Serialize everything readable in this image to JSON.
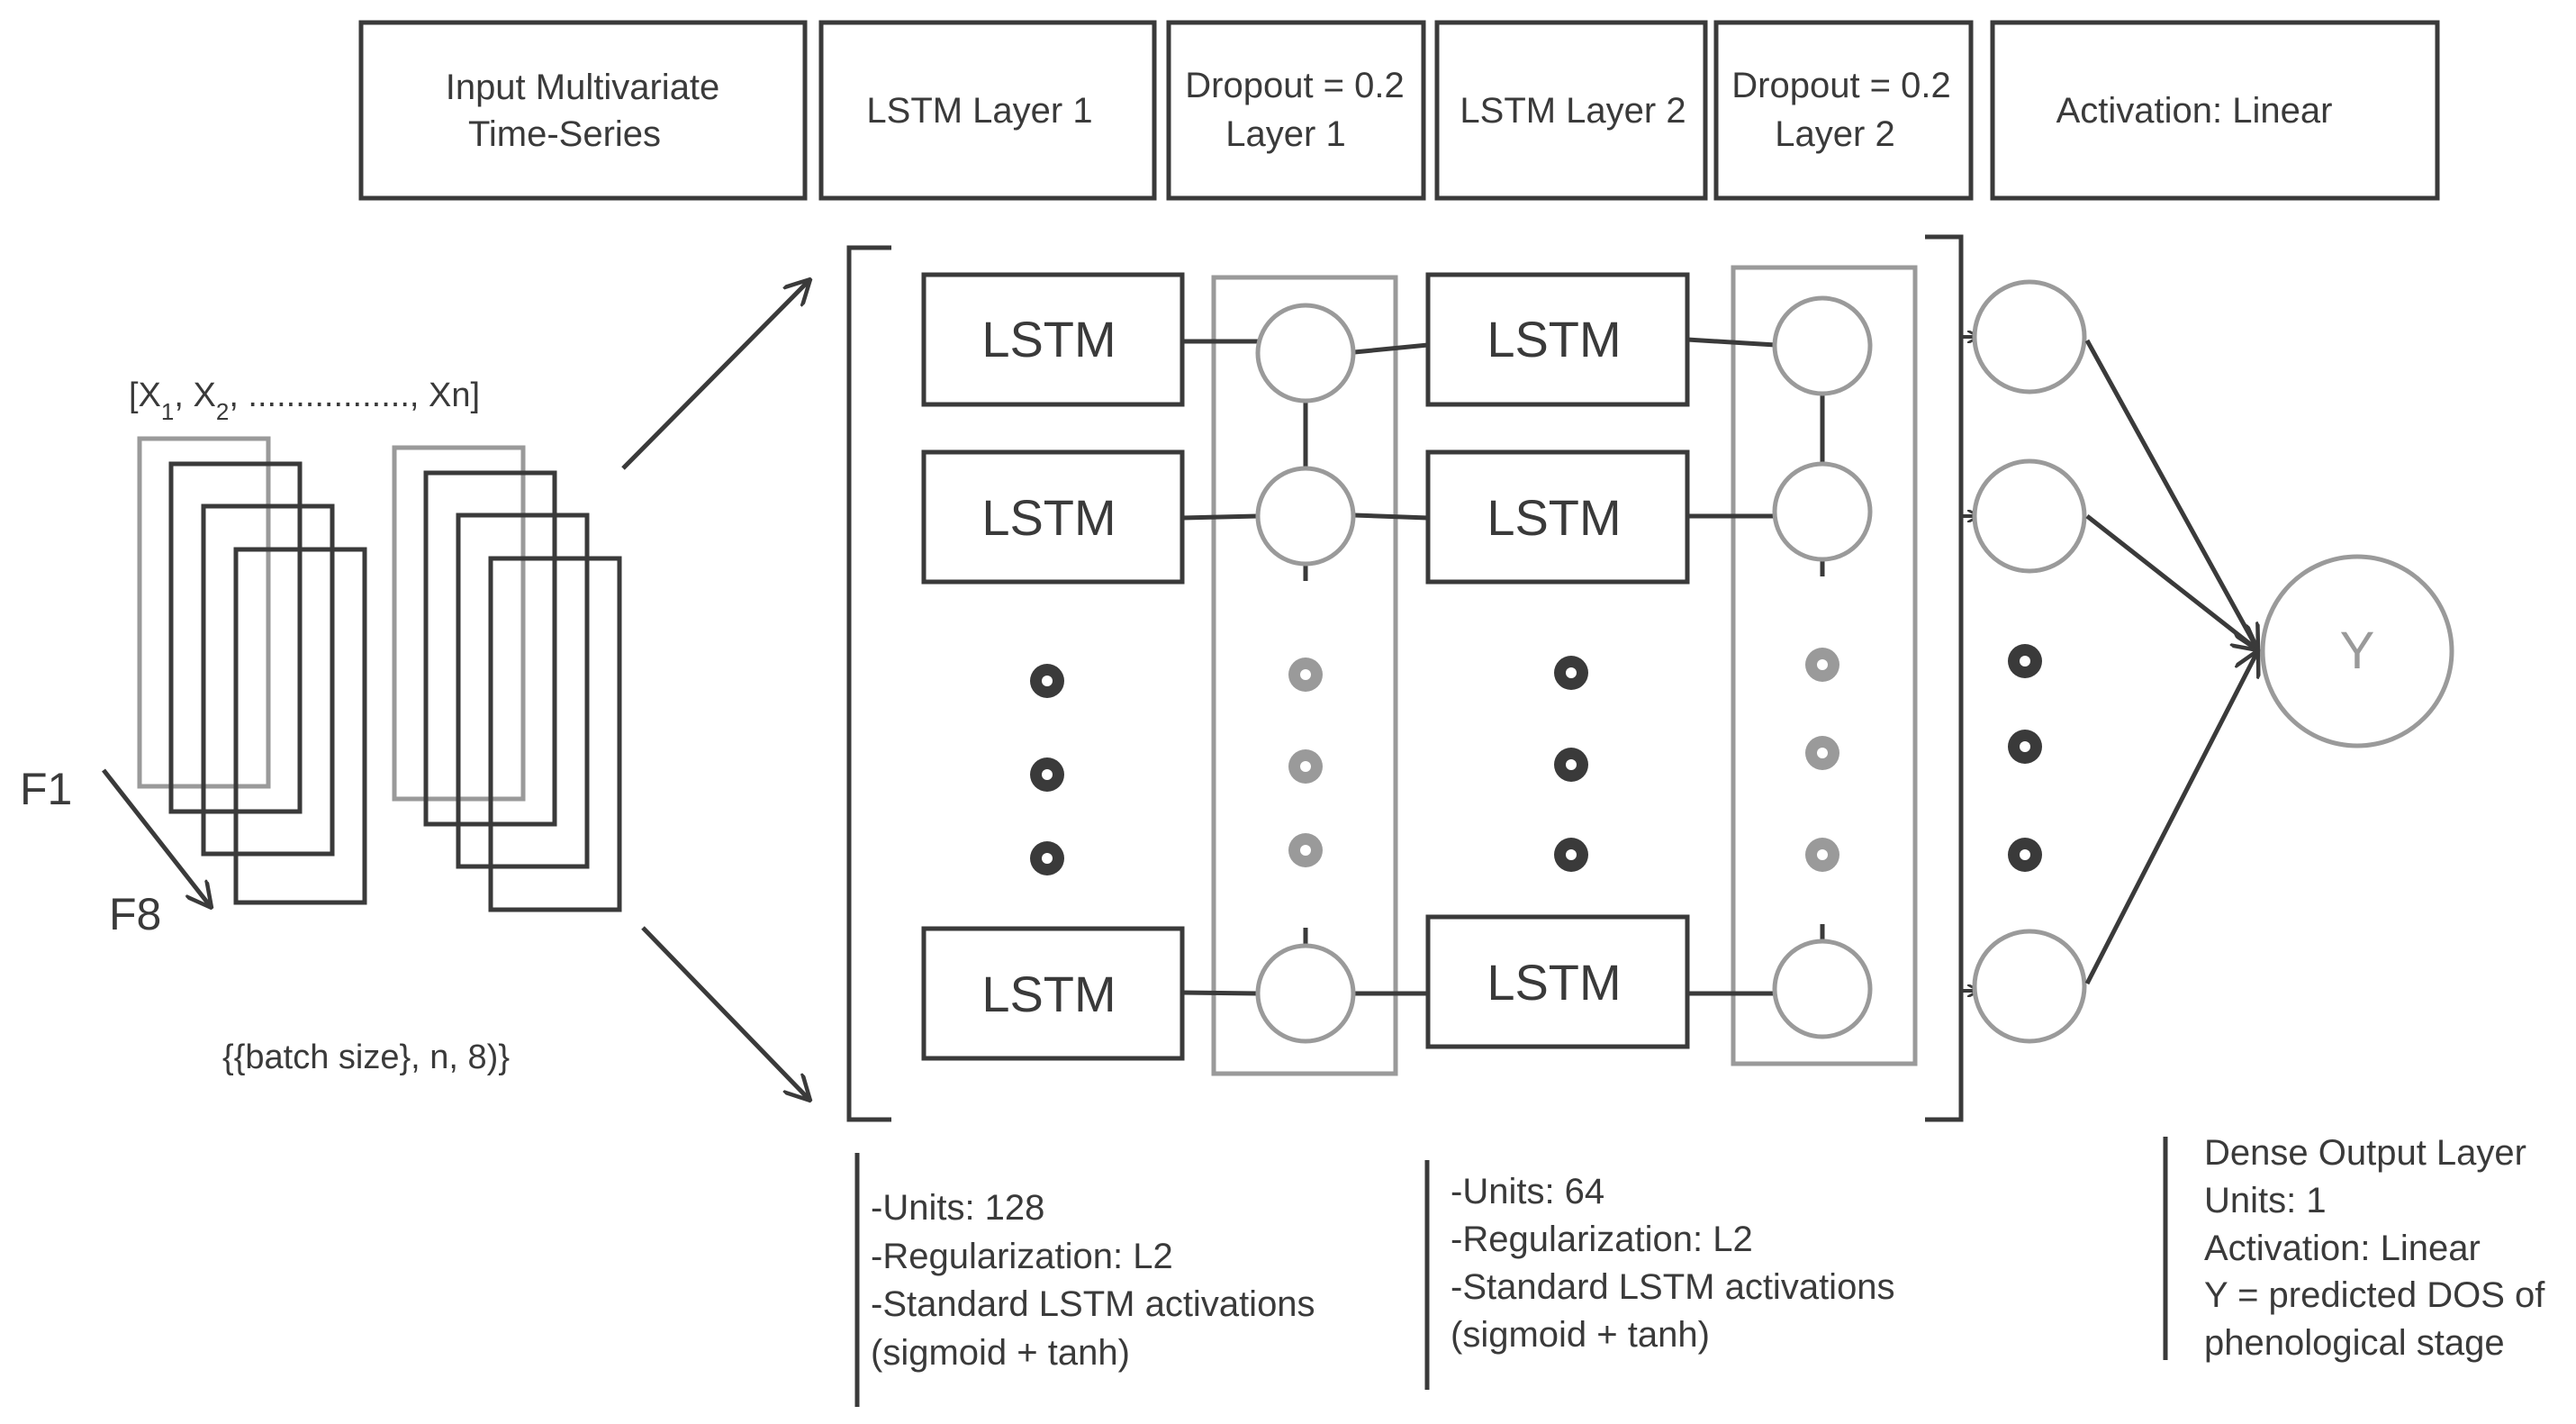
{
  "headers": {
    "input": [
      "Input Multivariate",
      "Time-Series"
    ],
    "lstm1": "LSTM Layer 1",
    "dropout1": [
      "Dropout = 0.2",
      "Layer 1"
    ],
    "lstm2": "LSTM Layer 2",
    "dropout2": [
      "Dropout = 0.2",
      "Layer 2"
    ],
    "activation": "Activation: Linear"
  },
  "input": {
    "sequence_open": "[X",
    "sub1": "1",
    "sep1": ", X",
    "sub2": "2",
    "sequence_rest": ", ................., Xn]",
    "feature_first": "F1",
    "feature_last": "F8",
    "shape": "{{batch size}, n, 8)}"
  },
  "cell_label": "LSTM",
  "output_label": "Y",
  "notes": {
    "layer1": [
      "-Units: 128",
      "-Regularization: L2",
      "-Standard LSTM activations",
      "(sigmoid + tanh)"
    ],
    "layer2": [
      "-Units: 64",
      "-Regularization: L2",
      "-Standard LSTM activations",
      "(sigmoid + tanh)"
    ],
    "dense": [
      "Dense Output Layer",
      "Units: 1",
      "Activation: Linear",
      "Y = predicted DOS of",
      "phenological stage"
    ]
  },
  "colors": {
    "dark": "#3a3a3a",
    "light": "#9a9a9a",
    "background": "#ffffff"
  }
}
